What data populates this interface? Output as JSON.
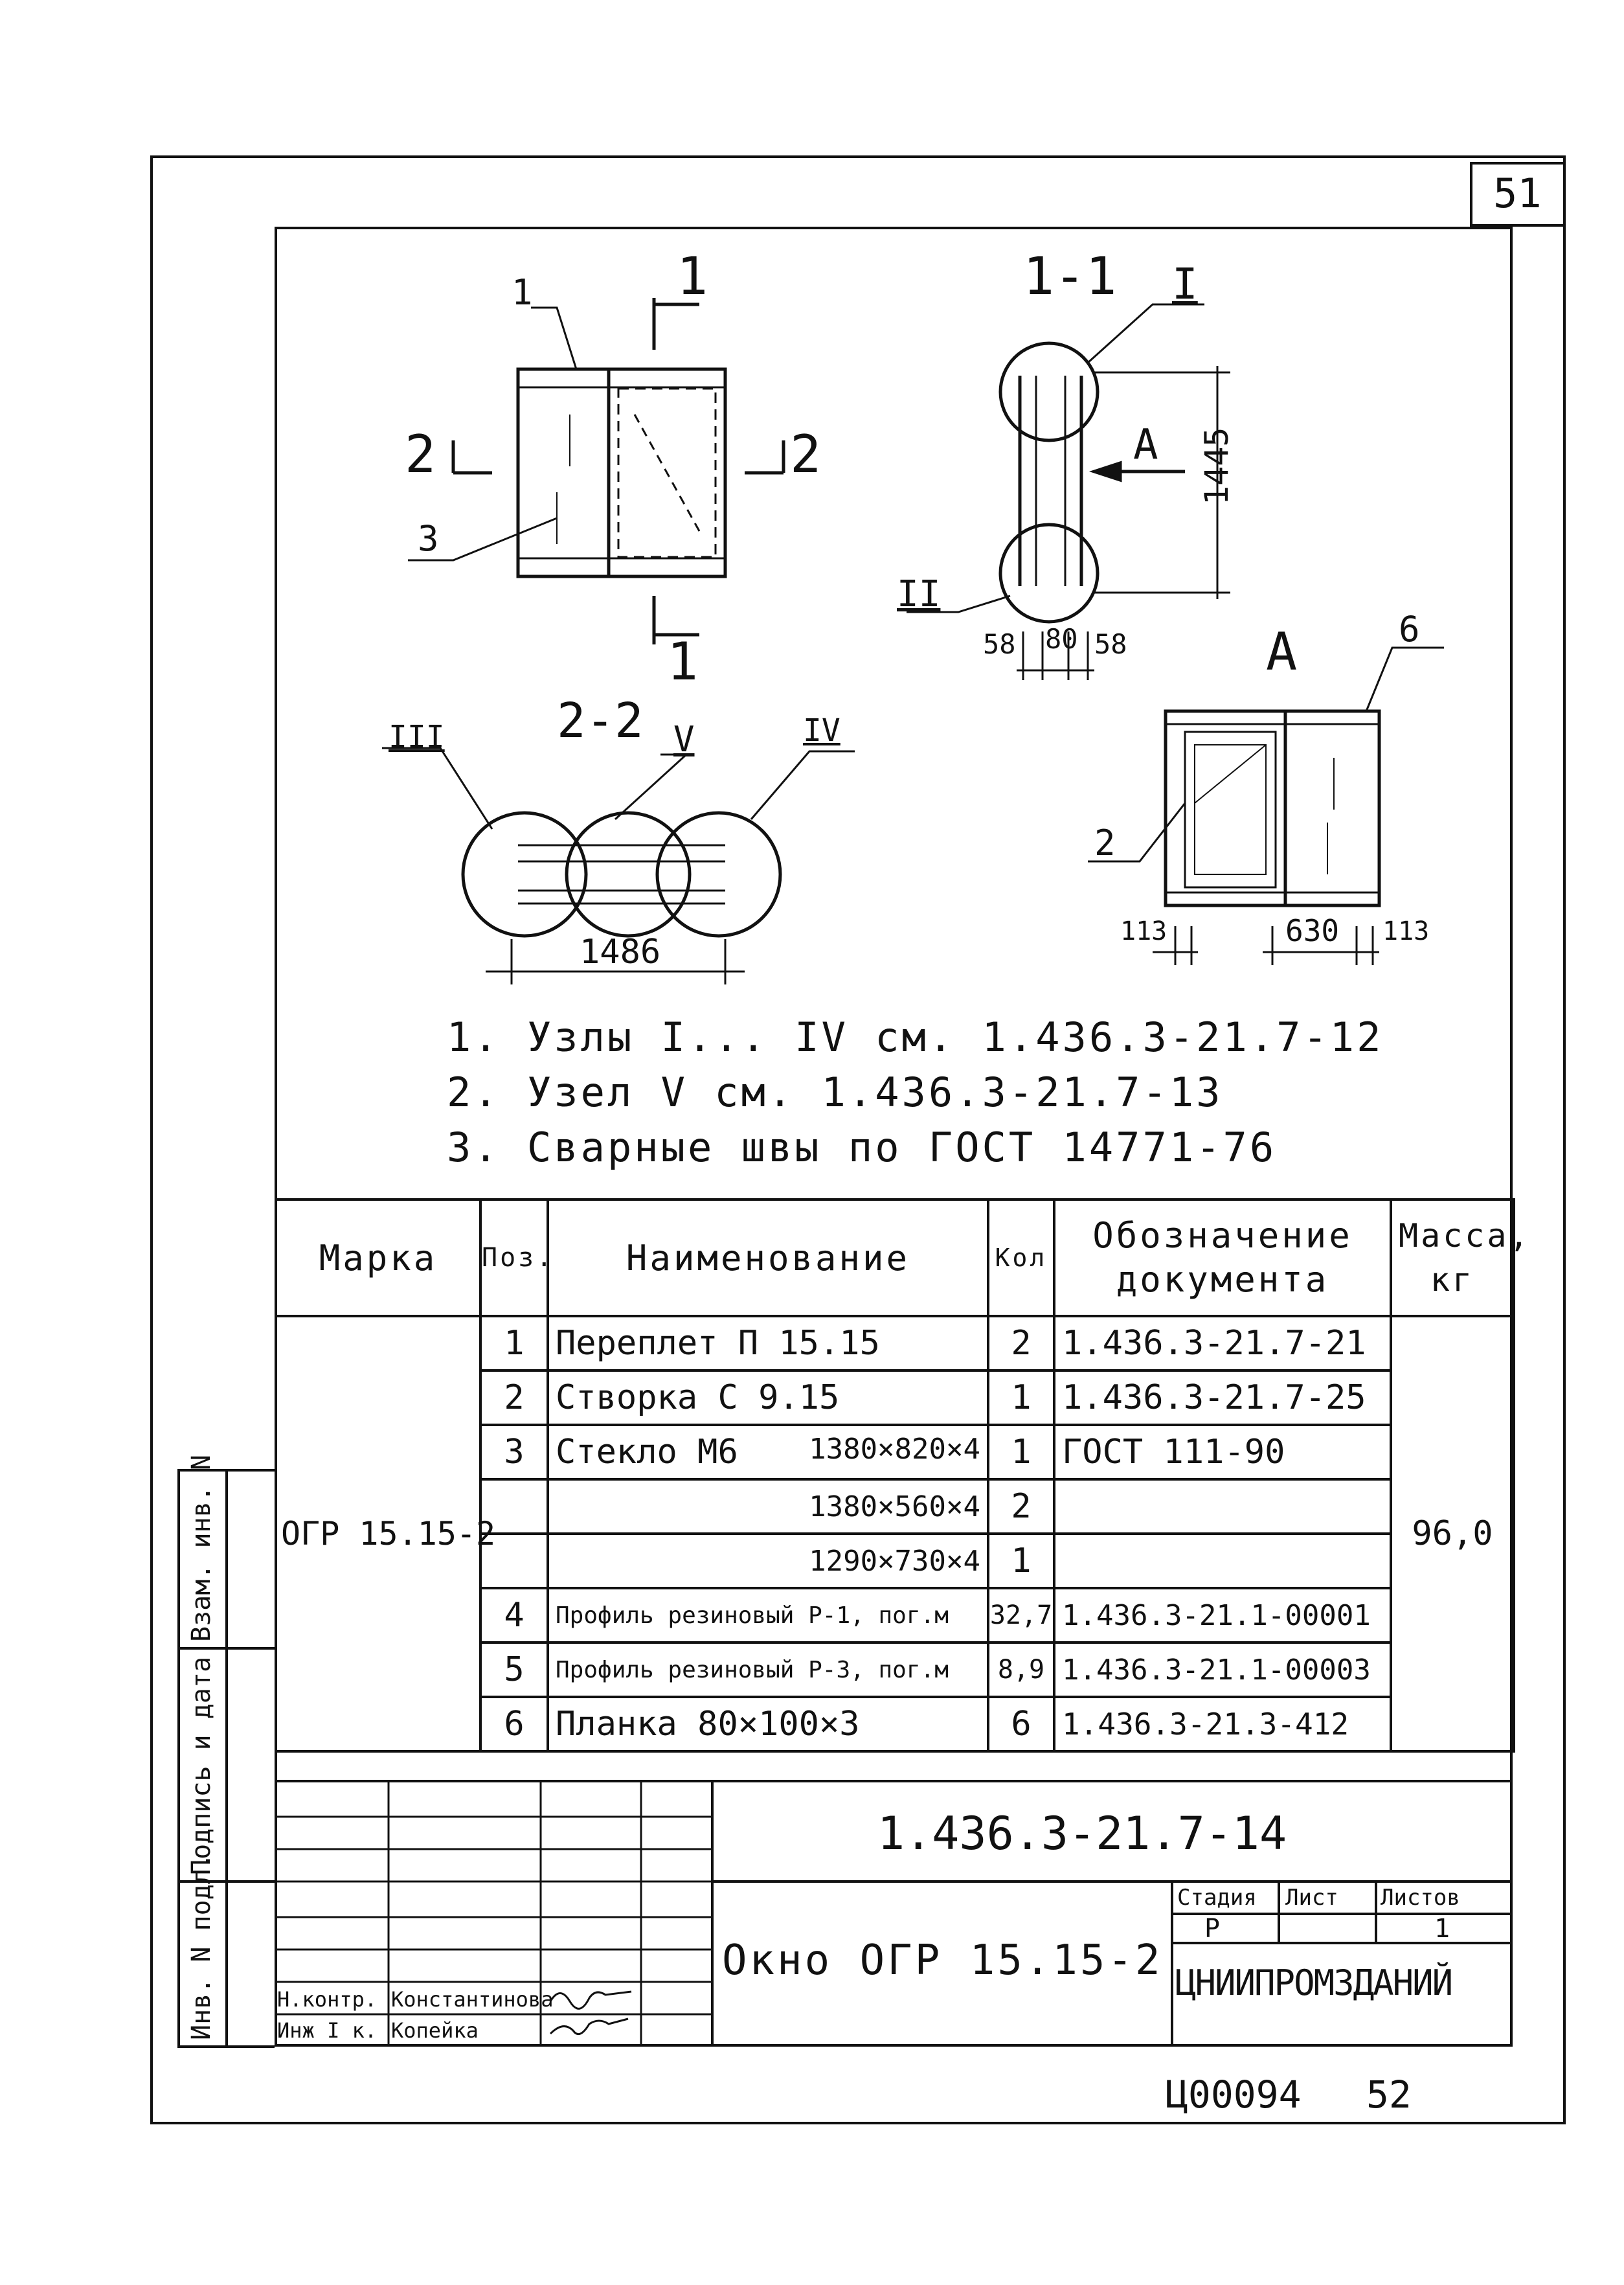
{
  "page_number": "51",
  "bottom_code": "Ц00094",
  "bottom_number": "52",
  "drawings": {
    "elevation": {
      "pos1": "1",
      "pos3": "3",
      "cut_1_top": "1",
      "cut_1_bottom": "1",
      "cut_2_left": "2",
      "cut_2_right": "2"
    },
    "section_1_1": {
      "title": "1-1",
      "node_I": "I",
      "node_II": "II",
      "view": "A",
      "height_dim": "1445",
      "dims_bottom": [
        "58",
        "80",
        "58"
      ]
    },
    "section_2_2": {
      "title": "2-2",
      "node_III": "III",
      "node_V": "V",
      "node_IV": "IV",
      "width_dim": "1486"
    },
    "view_A": {
      "title": "A",
      "pos6": "6",
      "pos2": "2",
      "dim_left": "113",
      "dim_mid": "630",
      "dim_right": "113"
    }
  },
  "notes": [
    "1. Узлы I... IV см. 1.436.3-21.7-12",
    "2. Узел V см. 1.436.3-21.7-13",
    "3. Сварные швы по ГОСТ 14771-76"
  ],
  "spec_table": {
    "headers": [
      "Марка",
      "Поз.",
      "Наименование",
      "Кол",
      "Обозначение документа",
      "Масса, кг"
    ],
    "mark": "ОГР 15.15-2",
    "mass": "96,0",
    "rows": [
      {
        "pos": "1",
        "name": "Переплет П 15.15",
        "name_right": "",
        "qty": "2",
        "doc": "1.436.3-21.7-21"
      },
      {
        "pos": "2",
        "name": "Створка С 9.15",
        "name_right": "",
        "qty": "1",
        "doc": "1.436.3-21.7-25"
      },
      {
        "pos": "3",
        "name": "Стекло М6",
        "name_right": "1380×820×4",
        "qty": "1",
        "doc": "ГОСТ 111-90"
      },
      {
        "pos": "",
        "name": "",
        "name_right": "1380×560×4",
        "qty": "2",
        "doc": ""
      },
      {
        "pos": "",
        "name": "",
        "name_right": "1290×730×4",
        "qty": "1",
        "doc": ""
      },
      {
        "pos": "4",
        "name": "Профиль резиновый Р-1, пог.м",
        "name_right": "",
        "qty": "32,7",
        "doc": "1.436.3-21.1-00001"
      },
      {
        "pos": "5",
        "name": "Профиль резиновый Р-3, пог.м",
        "name_right": "",
        "qty": "8,9",
        "doc": "1.436.3-21.1-00003"
      },
      {
        "pos": "6",
        "name": "Планка 80×100×3",
        "name_right": "",
        "qty": "6",
        "doc": "1.436.3-21.3-412"
      }
    ]
  },
  "title_block": {
    "doc_code": "1.436.3-21.7-14",
    "title": "Окно ОГР 15.15-2",
    "stage_label": "Стадия",
    "sheet_label": "Лист",
    "sheets_label": "Листов",
    "stage": "Р",
    "sheet": "",
    "sheets": "1",
    "org": "ЦНИИПРОМЗДАНИЙ",
    "sign_rows": [
      {
        "role": "Н.контр.",
        "name": "Константинова"
      },
      {
        "role": "Инж I к.",
        "name": "Копейка"
      }
    ]
  },
  "side_labels": [
    "Взам. инв. N",
    "Подпись и дата",
    "Инв. N подл."
  ]
}
